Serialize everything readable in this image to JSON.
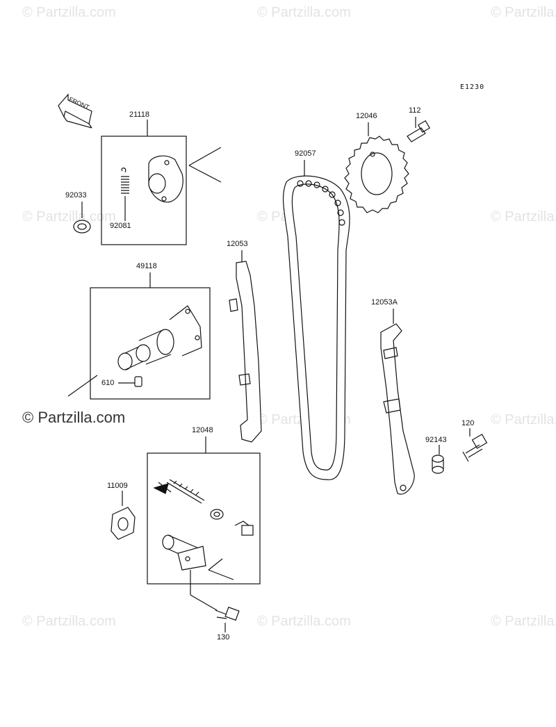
{
  "diagram_code": "E1230",
  "front_label": "FRONT",
  "watermarks": {
    "faint": "© Partzilla.com",
    "strong": "© Partzilla.com"
  },
  "parts": {
    "p21118": "21118",
    "p92033": "92033",
    "p92081": "92081",
    "p49118": "49118",
    "p610": "610",
    "p12053": "12053",
    "p92057": "92057",
    "p12046": "12046",
    "p112": "112",
    "p12053A": "12053A",
    "p120": "120",
    "p92143": "92143",
    "p12048": "12048",
    "p11009": "11009",
    "p130": "130"
  },
  "colors": {
    "line": "#111111",
    "fill": "#ffffff",
    "watermark": "#e3e3e3"
  }
}
